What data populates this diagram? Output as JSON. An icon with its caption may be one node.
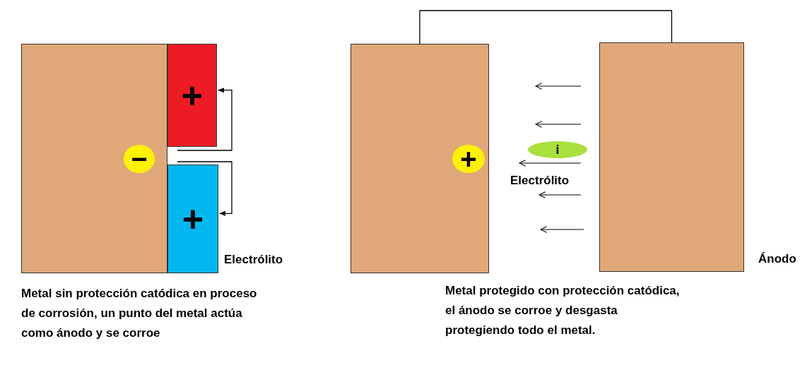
{
  "diagram": {
    "nodes": [
      {
        "text": [],
        "shape": "box"
      },
      {
        "text": [
          "−"
        ],
        "in": 0
      },
      {
        "text": [
          "+"
        ]
      },
      {
        "text": [
          "+"
        ]
      },
      {
        "text": [],
        "shape": "box"
      },
      {
        "text": [
          "+"
        ],
        "in": 4
      },
      {
        "text": [],
        "shape": "box",
        "beside": [
          "Ánodo"
        ]
      },
      {
        "text": [
          "i"
        ]
      }
    ],
    "edges": [
      {
        "from": null,
        "to": 2,
        "arrow": "to"
      },
      {
        "from": null,
        "to": 3,
        "arrow": "to"
      },
      {
        "from": 4,
        "to": 6,
        "arrow": "none"
      }
    ],
    "labels": [
      "Electrólito",
      "Electrólito",
      "Metal sin protección catódica en proceso de corrosión, un punto del metal actúa como ánodo y se corroe",
      "Metal protegido con protección catódica, el ánodo se corroe y desgasta protegiendo todo el metal."
    ]
  }
}
